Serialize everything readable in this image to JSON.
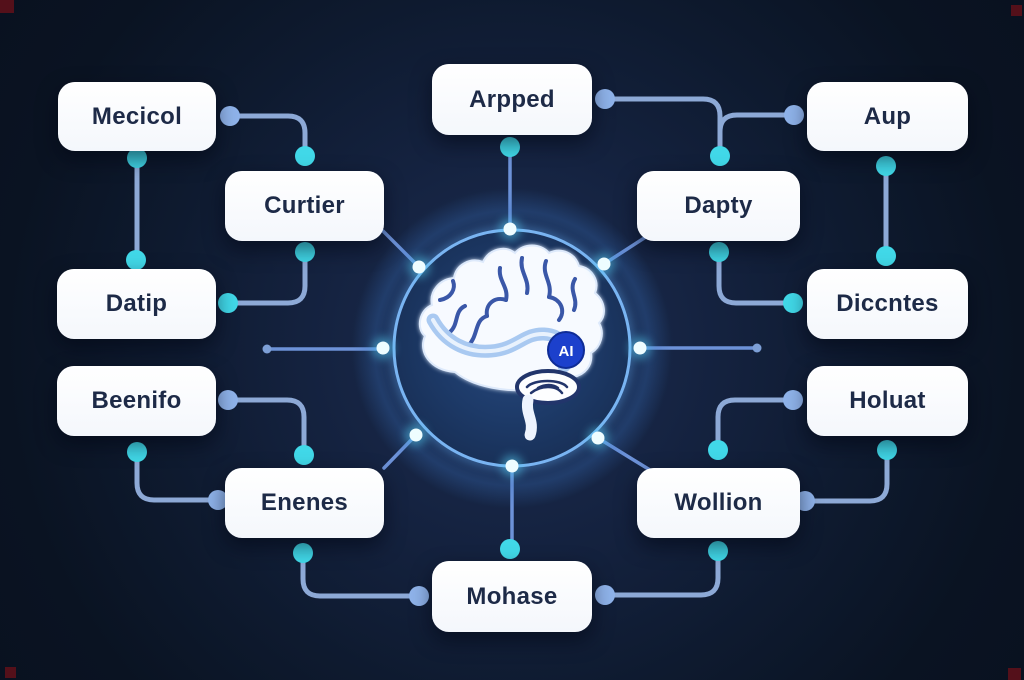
{
  "diagram": {
    "center": {
      "icon": "brain",
      "badge_label": "AI"
    },
    "nodes": [
      {
        "id": "mecicol",
        "label": "Mecicol"
      },
      {
        "id": "curtier",
        "label": "Curtier"
      },
      {
        "id": "datip",
        "label": "Datip"
      },
      {
        "id": "beenifo",
        "label": "Beenifo"
      },
      {
        "id": "enenes",
        "label": "Enenes"
      },
      {
        "id": "arpped",
        "label": "Arpped"
      },
      {
        "id": "mohase",
        "label": "Mohase"
      },
      {
        "id": "dapty",
        "label": "Dapty"
      },
      {
        "id": "wollion",
        "label": "Wollion"
      },
      {
        "id": "aup",
        "label": "Aup"
      },
      {
        "id": "diccntes",
        "label": "Diccntes"
      },
      {
        "id": "holuat",
        "label": "Holuat"
      }
    ],
    "connections": [
      {
        "from": "Mecicol",
        "to": "Curtier"
      },
      {
        "from": "Mecicol",
        "to": "Datip"
      },
      {
        "from": "Curtier",
        "to": "Datip"
      },
      {
        "from": "Curtier",
        "to": "center"
      },
      {
        "from": "Beenifo",
        "to": "Enenes"
      },
      {
        "from": "Enenes",
        "to": "center"
      },
      {
        "from": "Enenes",
        "to": "Mohase"
      },
      {
        "from": "Mohase",
        "to": "center"
      },
      {
        "from": "Mohase",
        "to": "Wollion"
      },
      {
        "from": "Wollion",
        "to": "center"
      },
      {
        "from": "Wollion",
        "to": "Holuat"
      },
      {
        "from": "Holuat",
        "to": "Wollion"
      },
      {
        "from": "Dapty",
        "to": "Diccntes"
      },
      {
        "from": "Dapty",
        "to": "center"
      },
      {
        "from": "Arpped",
        "to": "Dapty"
      },
      {
        "from": "Aup",
        "to": "Dapty"
      },
      {
        "from": "Aup",
        "to": "Diccntes"
      },
      {
        "from": "Arpped",
        "to": "center"
      }
    ],
    "colors": {
      "background": "#0e1a2f",
      "node_background": "#ffffff",
      "node_text": "#1d2a47",
      "connector_line": "#8da9d6",
      "dot_cyan": "#41d8e8",
      "dot_periwinkle": "#8fb3ea",
      "hub_ring": "#66a7ec",
      "badge_blue": "#1c40cc"
    }
  }
}
